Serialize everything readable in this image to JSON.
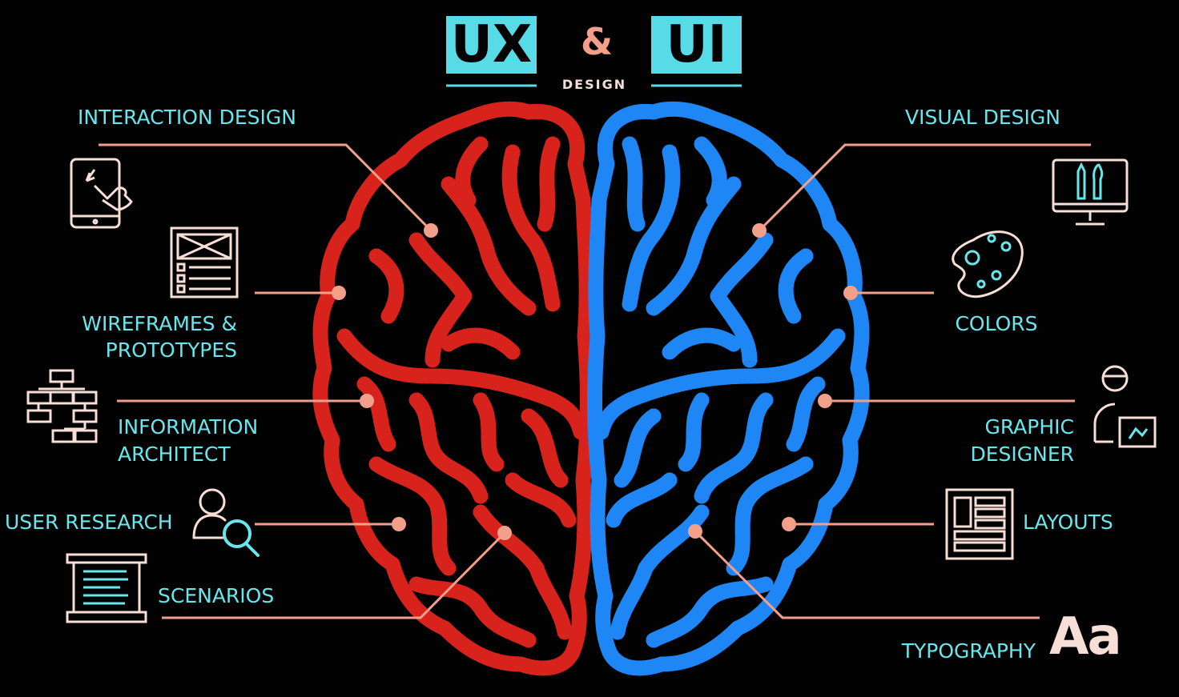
{
  "header": {
    "ux": "UX",
    "amp": "&",
    "ui": "UI",
    "design": "DESIGN"
  },
  "ux_labels": {
    "interaction_design": "INTERACTION DESIGN",
    "wireframes_1": "WIREFRAMES &",
    "wireframes_2": "PROTOTYPES",
    "info_1": "INFORMATION",
    "info_2": "ARCHITECT",
    "user_research": "USER RESEARCH",
    "scenarios": "SCENARIOS"
  },
  "ui_labels": {
    "visual_design": "VISUAL DESIGN",
    "colors": "COLORS",
    "graphic_1": "GRAPHIC",
    "graphic_2": "DESIGNER",
    "layouts": "LAYOUTS",
    "typography": "TYPOGRAPHY",
    "typo_glyph": "Aa"
  },
  "icons": {
    "ux": [
      "tablet-touch-icon",
      "wireframe-icon",
      "sitemap-icon",
      "user-search-icon",
      "scroll-document-icon"
    ],
    "ui": [
      "monitor-brushes-icon",
      "palette-icon",
      "designer-icon",
      "layout-icon"
    ]
  },
  "colors": {
    "background": "#020202",
    "accent_cyan": "#57dbe7",
    "label_cyan": "#69e6ec",
    "ux_brain": "#d8231d",
    "ui_brain": "#1f86f5",
    "connector": "#f3a08a",
    "icon_stroke": "#f7ded6"
  }
}
